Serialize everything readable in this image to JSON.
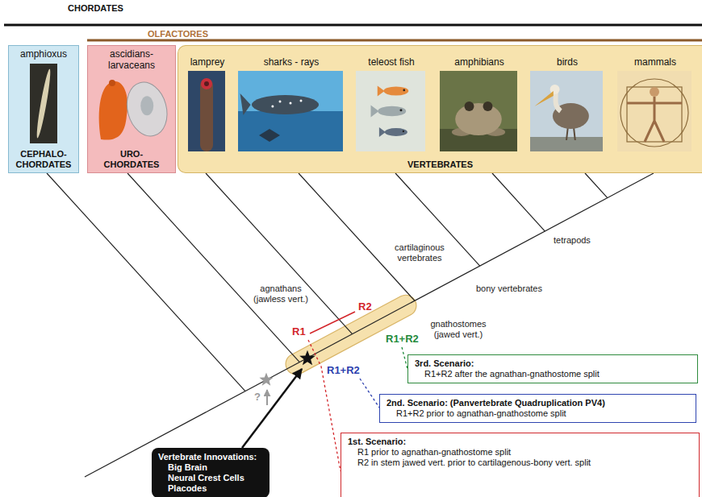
{
  "diagram": {
    "nodes": [
      {
        "text": [
          "amphioxus",
          "CEPHALO- CHORDATES"
        ]
      },
      {
        "text": [
          "ascidians- larvaceans",
          "URO- CHORDATES"
        ]
      },
      {
        "text": [
          "VERTEBRATES"
        ]
      },
      {
        "text": [
          "lamprey"
        ],
        "in": 2
      },
      {
        "text": [
          "sharks - rays"
        ],
        "in": 2
      },
      {
        "text": [
          "teleost fish"
        ],
        "in": 2
      },
      {
        "text": [
          "amphibians"
        ],
        "in": 2
      },
      {
        "text": [
          "birds"
        ],
        "in": 2
      },
      {
        "text": [
          "mammals"
        ],
        "in": 2
      },
      {
        "text": [
          "3rd. Scenario:",
          "R1+R2 after the agnathan-gnathostome split"
        ]
      },
      {
        "text": [
          "2nd. Scenario: (Panvertebrate Quadruplication PV4)",
          "R1+R2 prior to agnathan-gnathostome split"
        ]
      },
      {
        "text": [
          "1st. Scenario:",
          "R1 prior to agnathan-gnathostome split",
          "R2 in stem jawed vert. prior to cartilagenous-bony vert. split"
        ]
      },
      {
        "text": [
          "Vertebrate Innovations:",
          "Big Brain",
          "Neural Crest Cells",
          "Placodes"
        ]
      }
    ],
    "labels": [
      "CHORDATES",
      "OLFACTORES",
      "agnathans (jawless vert.)",
      "cartilaginous vertebrates",
      "bony vertebrates",
      "tetrapods",
      "gnathostomes (jawed vert.)",
      "R1",
      "R2",
      "R1+R2",
      "R1+R2",
      "?"
    ]
  }
}
